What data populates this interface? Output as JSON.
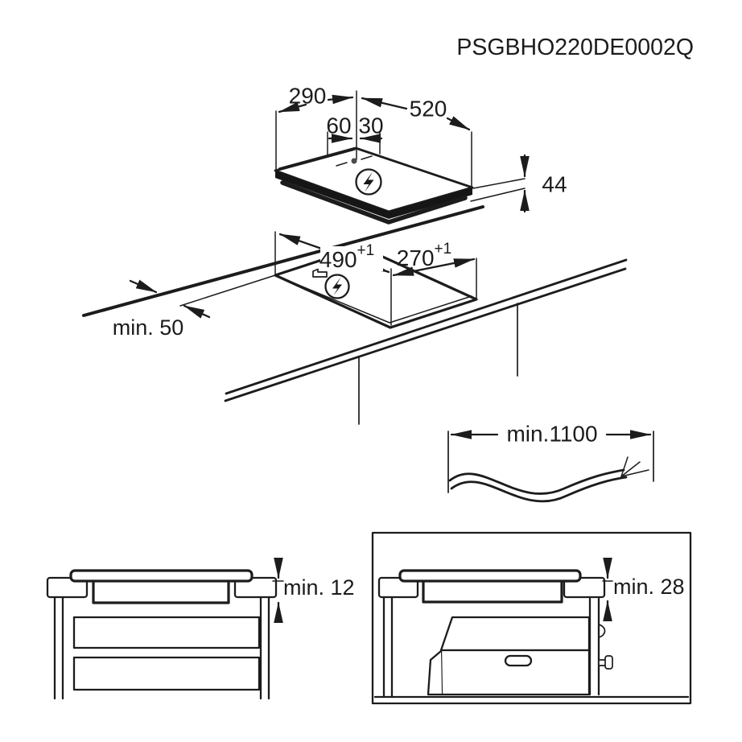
{
  "title": "PSGBHO220DE0002Q",
  "colors": {
    "ink": "#1c1c1c",
    "background": "#ffffff"
  },
  "hob_view": {
    "depth_total": "290",
    "width_total": "520",
    "center_offset_left": "60",
    "center_offset_right": "30",
    "height": "44",
    "power_icon": "lightning-bolt-circle"
  },
  "cutout_view": {
    "cutout_depth": "490",
    "cutout_depth_tolerance": "+1",
    "cutout_width": "270",
    "cutout_width_tolerance": "+1",
    "rear_clearance": "min. 50",
    "power_icon": "lightning-bolt-circle"
  },
  "cable_view": {
    "cable_length": "min.1100"
  },
  "drawer_section": {
    "clearance_below_hob": "min. 12"
  },
  "oven_section": {
    "clearance_below_hob": "min. 28"
  }
}
